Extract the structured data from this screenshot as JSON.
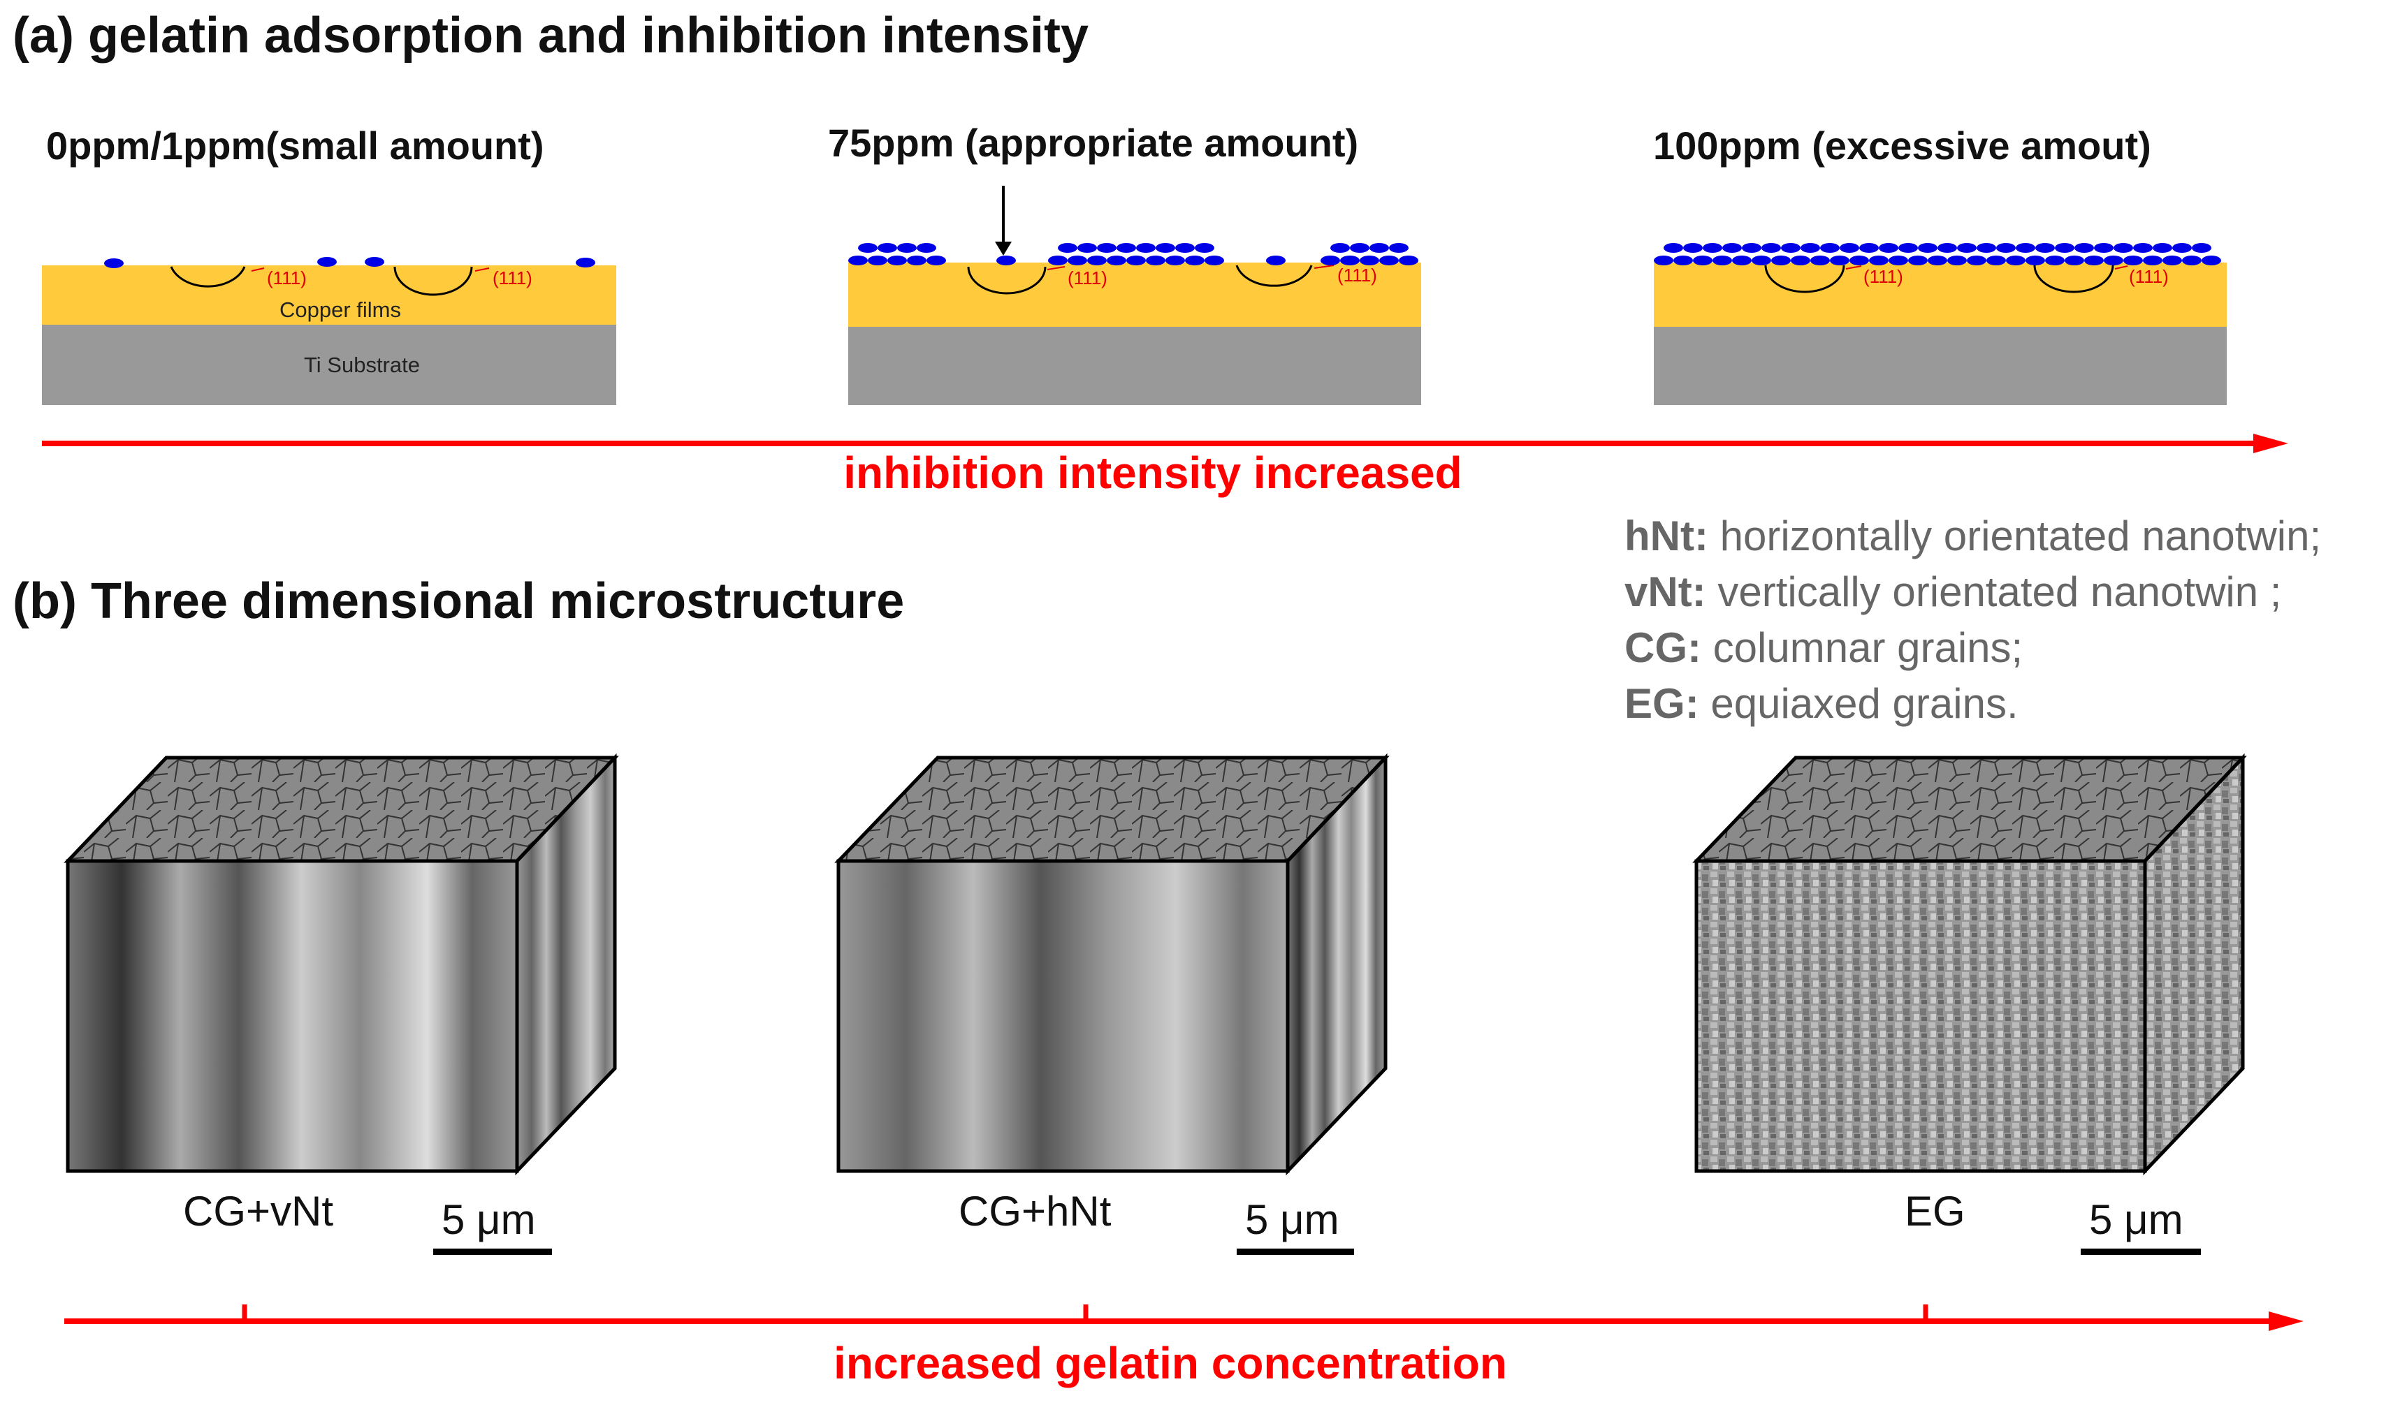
{
  "panel_a": {
    "title": "(a) gelatin adsorption and inhibition intensity",
    "conditions": [
      {
        "label": "0ppm/1ppm(small amount)"
      },
      {
        "label": "75ppm (appropriate amount)"
      },
      {
        "label": "100ppm (excessive amout)"
      }
    ],
    "layer_copper": "Copper films",
    "layer_ti": "Ti Substrate",
    "plane_label": "(111)",
    "arrow_caption": "inhibition intensity increased",
    "colors": {
      "copper": "#ffca3c",
      "substrate": "#999999",
      "gelatin": "#0000e6",
      "arrow": "#ff0000"
    }
  },
  "panel_b": {
    "title": "(b) Three dimensional microstructure",
    "legend": [
      {
        "abbr": "hNt:",
        "desc": "horizontally orientated nanotwin;"
      },
      {
        "abbr": "vNt:",
        "desc": "vertically orientated nanotwin ;"
      },
      {
        "abbr": "CG:",
        "desc": "columnar grains;"
      },
      {
        "abbr": "EG:",
        "desc": "equiaxed grains."
      }
    ],
    "cubes": [
      {
        "label": "CG+vNt",
        "scale": "5 μm"
      },
      {
        "label": "CG+hNt",
        "scale": "5 μm"
      },
      {
        "label": "EG",
        "scale": "5 μm"
      }
    ],
    "arrow_caption": "increased gelatin concentration"
  }
}
